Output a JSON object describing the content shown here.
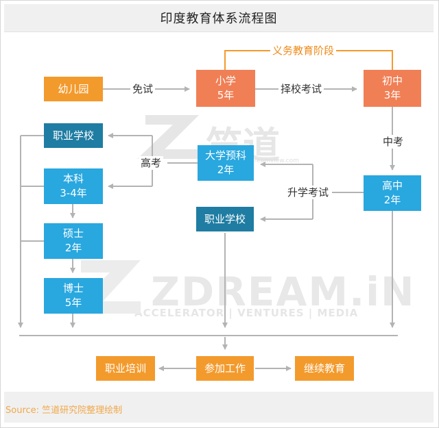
{
  "title": "印度教育体系流程图",
  "source": "Source: 竺道研究院整理绘制",
  "watermark": {
    "cn": "竺道",
    "url": "www.zdreamview.com",
    "brand": "ZDREAM.iN",
    "tagline": "ACCELERATOR | VENTURES | MEDIA"
  },
  "nodes": {
    "kindergarten": "幼儿园",
    "primary": [
      "小学",
      "5年"
    ],
    "middle": [
      "初中",
      "3年"
    ],
    "highschool": [
      "高中",
      "2年"
    ],
    "prep": [
      "大学预科",
      "2年"
    ],
    "voc_center": "职业学校",
    "voc_left": "职业学校",
    "bachelor": [
      "本科",
      "3-4年"
    ],
    "master": [
      "硕士",
      "2年"
    ],
    "phd": [
      "博士",
      "5年"
    ],
    "vocational_training": "职业培训",
    "work": "参加工作",
    "continuing_edu": "继续教育"
  },
  "edges": {
    "exam_free": "免试",
    "school_choice_exam": "择校考试",
    "zhongkao": "中考",
    "gaokao": "高考",
    "entrance_exam": "升学考试",
    "compulsory": "义务教育阶段"
  },
  "colors": {
    "orange": "#f39a2c",
    "salmon": "#f07f55",
    "light_blue": "#29a7df",
    "dark_teal": "#1f7ca2",
    "arrow_gray": "#b3b3b3",
    "bracket_orange": "#f39a2c"
  }
}
